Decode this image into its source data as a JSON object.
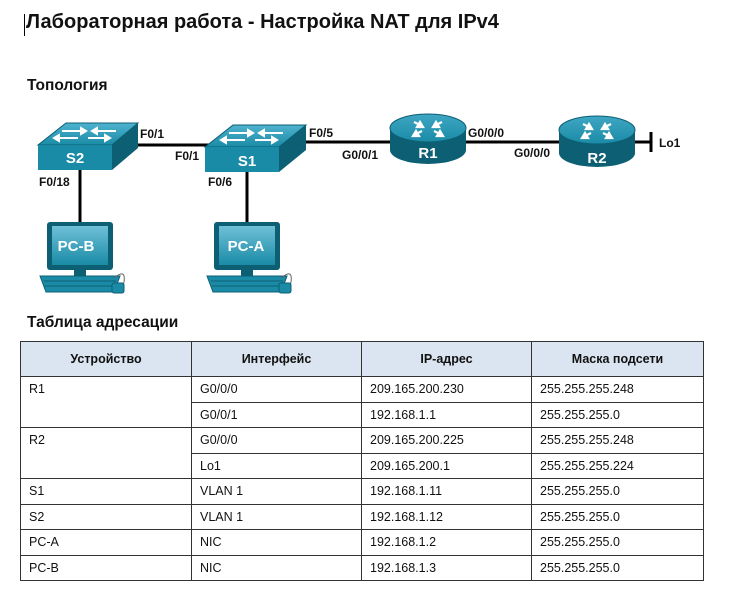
{
  "title": "Лабораторная работа - Настройка NAT для IPv4",
  "topology": {
    "heading": "Топология",
    "devices": {
      "s2": "S2",
      "s1": "S1",
      "r1": "R1",
      "r2": "R2",
      "pcb": "PC-B",
      "pca": "PC-A"
    },
    "ports": {
      "s2_f01": "F0/1",
      "s1_f01": "F0/1",
      "s1_f05": "F0/5",
      "r1_g001": "G0/0/1",
      "r1_g000": "G0/0/0",
      "r2_g000": "G0/0/0",
      "r2_lo1": "Lo1",
      "s2_f018": "F0/18",
      "s1_f06": "F0/6"
    },
    "colors": {
      "device_teal": "#1a8ba6",
      "device_dark": "#0d5f74",
      "link": "#000000"
    }
  },
  "table": {
    "heading": "Таблица адресации",
    "columns": [
      "Устройство",
      "Интерфейс",
      "IP-адрес",
      "Маска подсети"
    ],
    "header_bg": "#dbe5f1",
    "rows": [
      {
        "device": "R1",
        "interface": "G0/0/0",
        "ip": "209.165.200.230",
        "mask": "255.255.255.248"
      },
      {
        "device": "",
        "interface": "G0/0/1",
        "ip": "192.168.1.1",
        "mask": "255.255.255.0"
      },
      {
        "device": "R2",
        "interface": "G0/0/0",
        "ip": "209.165.200.225",
        "mask": "255.255.255.248"
      },
      {
        "device": "",
        "interface": "Lo1",
        "ip": "209.165.200.1",
        "mask": "255.255.255.224"
      },
      {
        "device": "S1",
        "interface": "VLAN 1",
        "ip": "192.168.1.11",
        "mask": "255.255.255.0"
      },
      {
        "device": "S2",
        "interface": "VLAN 1",
        "ip": "192.168.1.12",
        "mask": "255.255.255.0"
      },
      {
        "device": "PC-A",
        "interface": "NIC",
        "ip": "192.168.1.2",
        "mask": "255.255.255.0"
      },
      {
        "device": "PC-B",
        "interface": "NIC",
        "ip": "192.168.1.3",
        "mask": "255.255.255.0"
      }
    ]
  }
}
